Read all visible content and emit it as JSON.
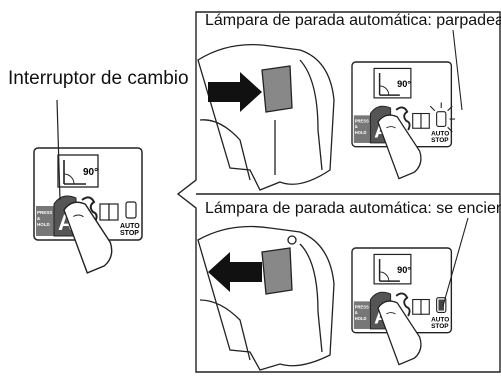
{
  "labels": {
    "main": "Interruptor de cambio",
    "lamp_blink": "Lámpara de parada automática: parpadea",
    "lamp_on": "Lámpara de parada automática: se enciende"
  },
  "panel": {
    "angle": "90°",
    "press_hold": [
      "PRESS",
      "&",
      "HOLD"
    ],
    "mode_letter": "A",
    "auto_stop": [
      "AUTO",
      "STOP"
    ]
  }
}
